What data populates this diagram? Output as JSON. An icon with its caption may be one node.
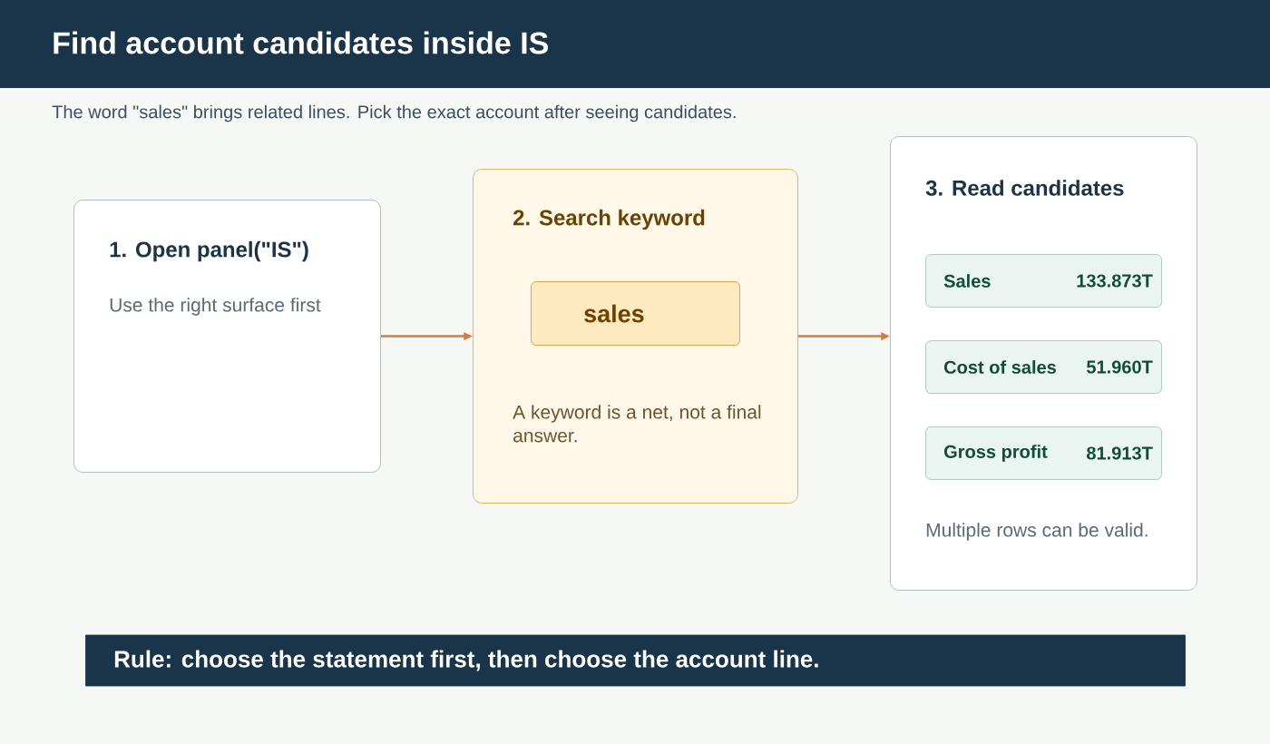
{
  "diagram": {
    "title": "Find account candidates inside IS",
    "nodes": [
      {
        "text": [
          "1. Open panel(\"IS\")",
          "Use the right surface first"
        ]
      },
      {
        "text": [
          "2. Search keyword",
          "A keyword is a net, not a final answer."
        ]
      },
      {
        "text": [
          "sales"
        ],
        "in": 1
      },
      {
        "text": [
          "3. Read candidates",
          "Multiple rows can be valid."
        ]
      },
      {
        "text": [
          "Sales",
          "133.873T"
        ],
        "in": 3
      },
      {
        "text": [
          "Cost of sales",
          "51.960T"
        ],
        "in": 3
      },
      {
        "text": [
          "Gross profit",
          "81.913T"
        ],
        "in": 3
      },
      {
        "text": [
          "Rule: choose the statement first, then choose the account line."
        ]
      }
    ],
    "edges": [
      {
        "from": 0,
        "to": 1,
        "arrow": "to"
      },
      {
        "from": 1,
        "to": 3,
        "arrow": "to"
      }
    ],
    "labels": [
      "The word \"sales\" brings related lines. Pick the exact account after seeing candidates."
    ]
  }
}
